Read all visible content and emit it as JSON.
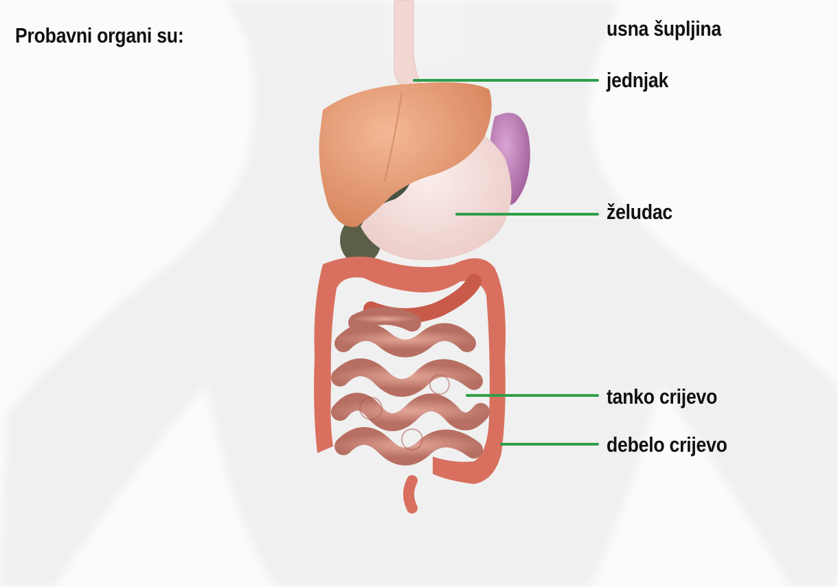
{
  "title": "Probavni organi su:",
  "labels": {
    "usna_supljina": "usna šupljina",
    "jednjak": "jednjak",
    "zeludac": "želudac",
    "tanko_crijevo": "tanko crijevo",
    "debelo_crijevo": "debelo crijevo"
  },
  "colors": {
    "leader_line": "#2e9e4a",
    "body_silhouette": "#eeeeee",
    "liver": "#e79a72",
    "stomach": "#f6dfdc",
    "spleen": "#b97cb4",
    "large_intestine": "#d9705f",
    "small_intestine": "#cf8c80"
  }
}
